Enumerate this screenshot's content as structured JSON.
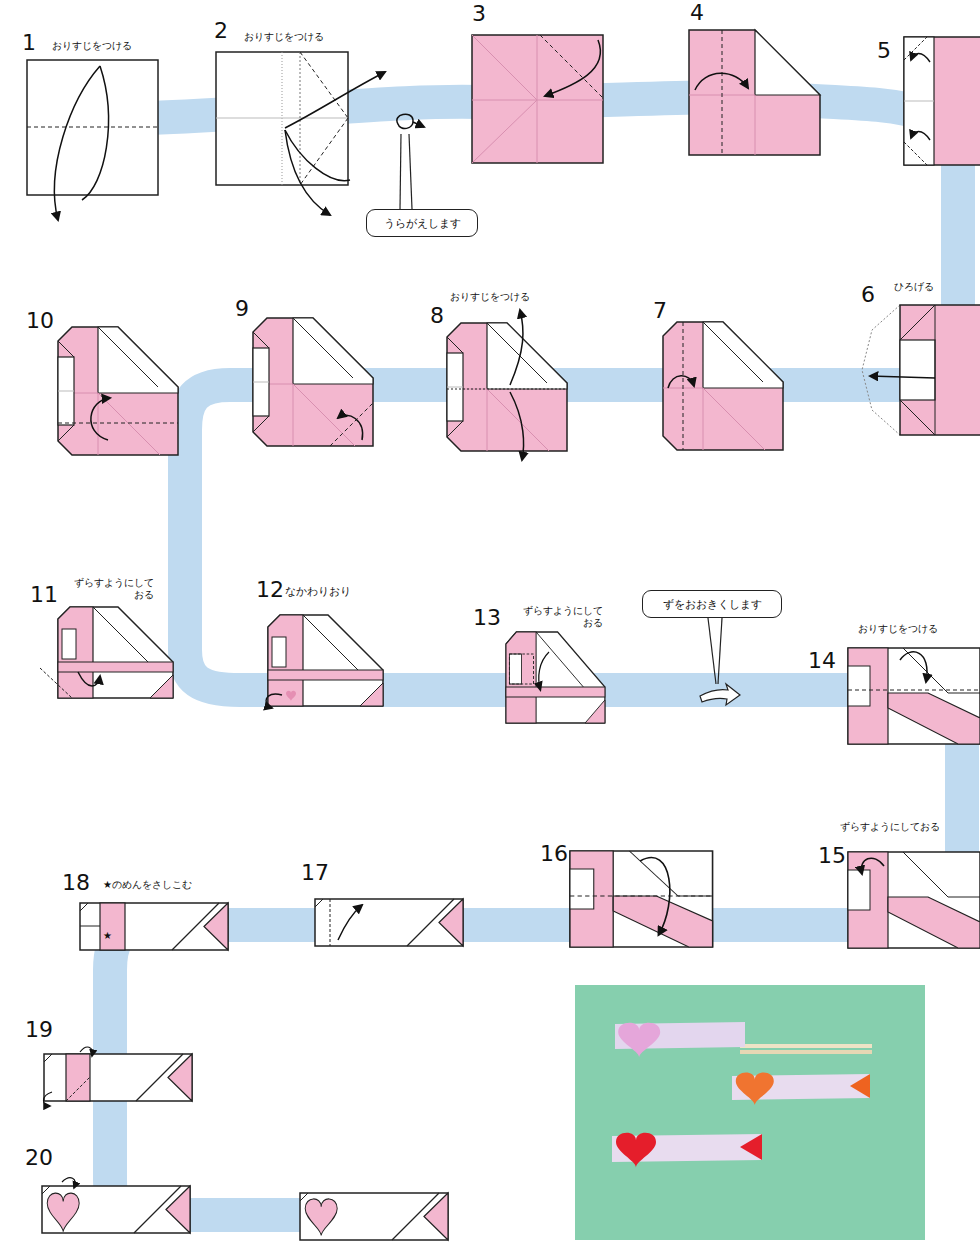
{
  "diagram": {
    "nodes": [
      {
        "text": [
          "うらがえします"
        ]
      },
      {
        "text": [
          "ずをおおきくします"
        ]
      }
    ],
    "labels": [
      "1",
      "おりすじをつける",
      "2",
      "おりすじをつける",
      "3",
      "4",
      "5",
      "10",
      "9",
      "8",
      "おりすじをつける",
      "7",
      "6",
      "ひろげる",
      "11",
      "ずらすようにして おる",
      "12",
      "なかわりおり",
      "13",
      "ずらすようにして おる",
      "14",
      "おりすじをつける",
      "15",
      "ずらすようにしておる",
      "16",
      "18",
      "★のめんをさしこむ",
      "★",
      "17",
      "19",
      "20"
    ]
  }
}
